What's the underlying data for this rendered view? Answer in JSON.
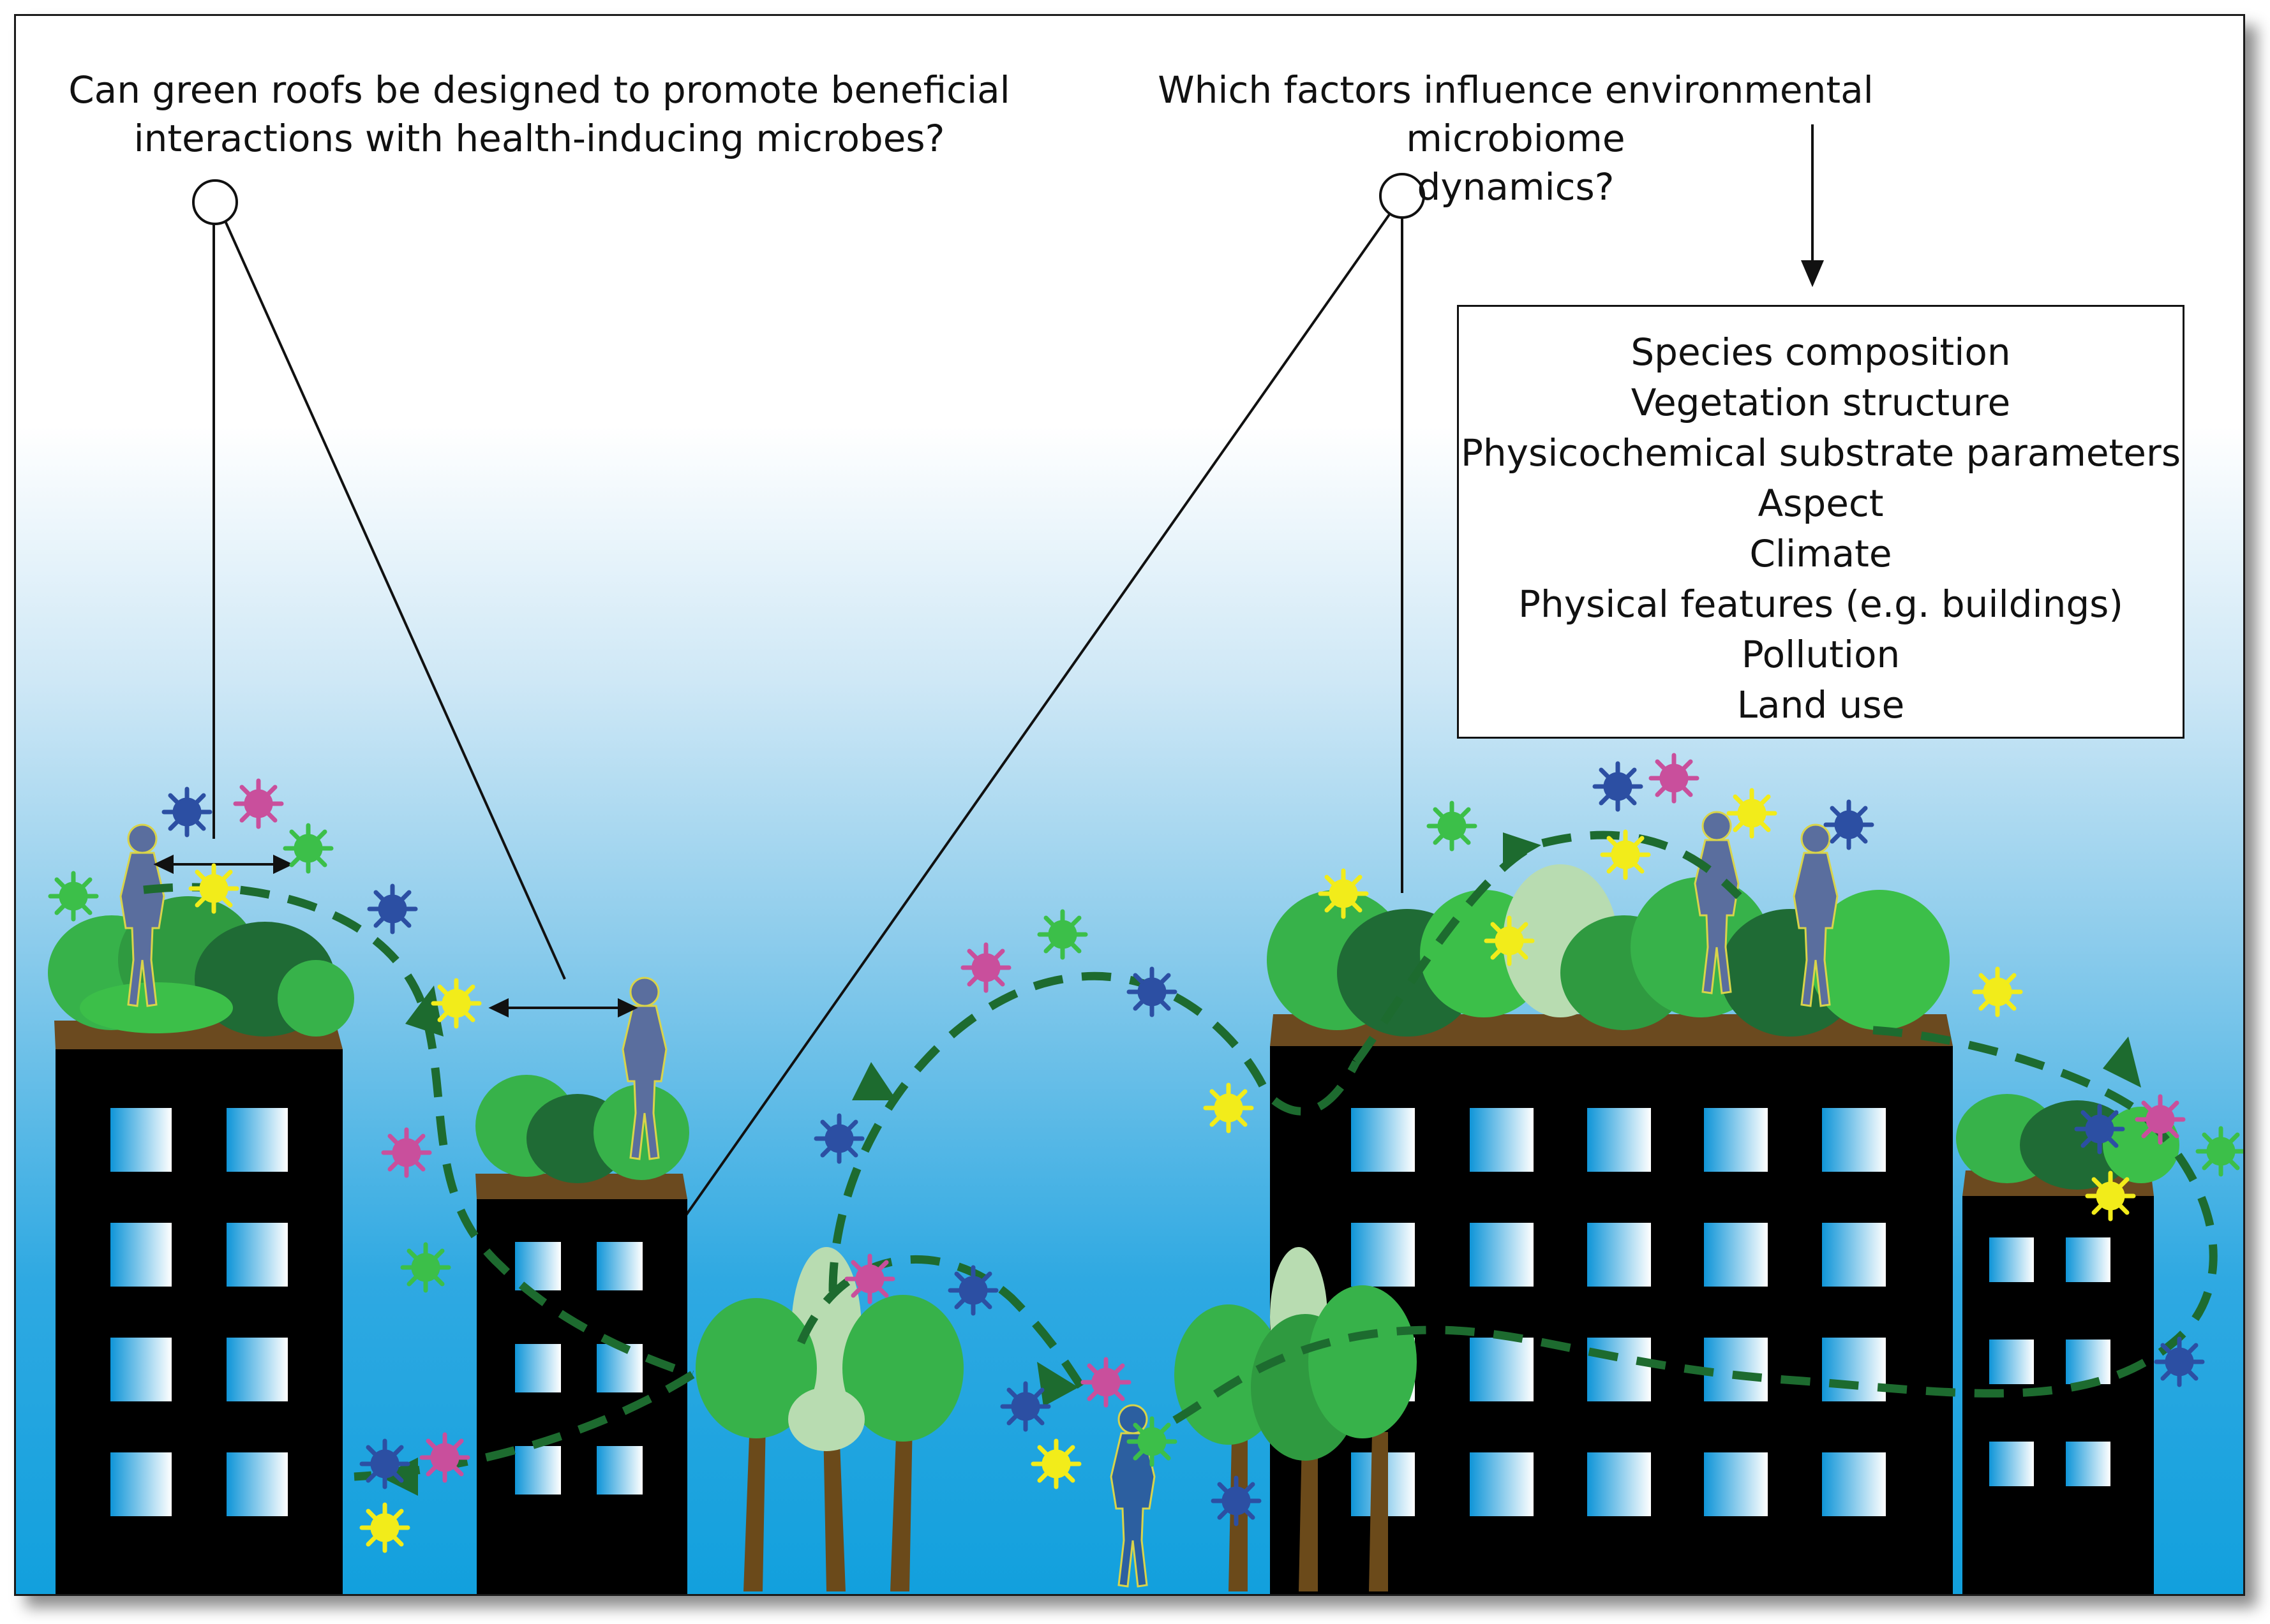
{
  "questions": {
    "left": {
      "line1": "Can green roofs be designed to promote beneficial",
      "line2": "interactions with health-inducing microbes?"
    },
    "right": {
      "line1": "Which factors influence environmental microbiome",
      "line2": "dynamics?"
    }
  },
  "factors": [
    "Species composition",
    "Vegetation structure",
    "Physicochemical substrate parameters",
    "Aspect",
    "Climate",
    "Physical features (e.g. buildings)",
    "Pollution",
    "Land use"
  ],
  "colors": {
    "building": "#000000",
    "window": "#3aa6dd",
    "foliage": "#37b24a",
    "dark_foliage": "#1f6b35",
    "light_foliage": "#b8dcb1",
    "soil": "#6b4a1f",
    "trunk": "#6b4a1a",
    "person": "#5a6e9e",
    "flow_path": "#1d6b2f",
    "microbe_blue": "#2c4fa3",
    "microbe_pink": "#c94f9c",
    "microbe_green": "#3cbf49",
    "microbe_yellow": "#f2ec1a"
  },
  "icons": [
    "person-icon",
    "microbe-icon",
    "tree-icon",
    "building-icon",
    "magnifier-circle-icon"
  ]
}
